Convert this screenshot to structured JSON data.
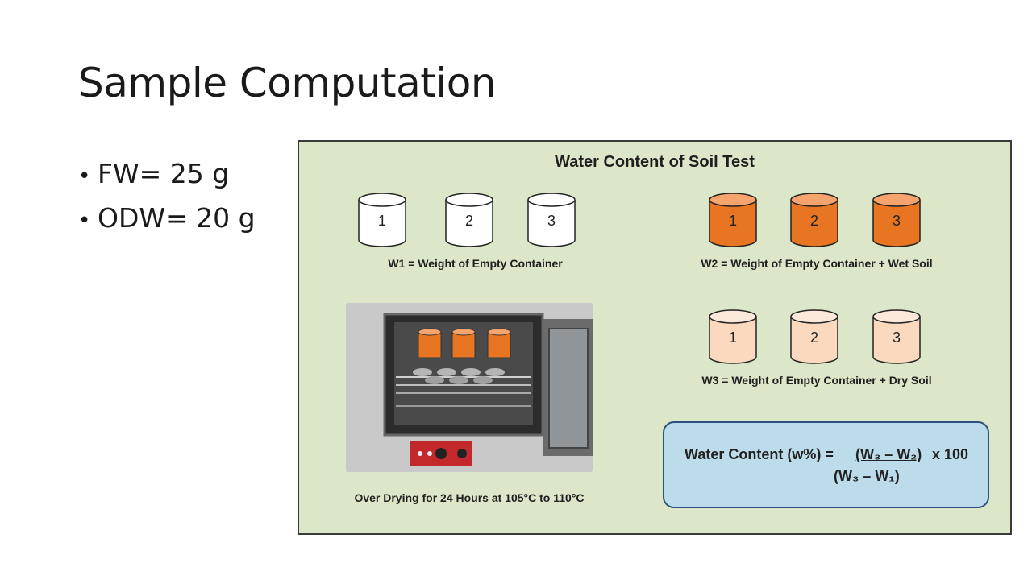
{
  "slide": {
    "title": "Sample Computation",
    "bullets": [
      "FW= 25 g",
      "ODW= 20 g"
    ]
  },
  "panel": {
    "title": "Water Content of Soil Test",
    "w1_caption": "W1 = Weight of Empty Container",
    "w2_caption": "W2 = Weight of Empty Container + Wet Soil",
    "w3_caption": "W3 = Weight of Empty Container + Dry Soil",
    "oven_caption": "Over Drying for 24 Hours at 105°C to 110°C",
    "container_labels": [
      "1",
      "2",
      "3"
    ],
    "formula": {
      "lhs": "Water Content (w%) =",
      "numerator": "(W₃ – W₂)",
      "multiplier": "x 100",
      "denominator": "(W₃ – W₁)"
    },
    "colors": {
      "empty_fill": "#ffffff",
      "wet_fill": "#e87522",
      "dry_fill": "#fad9bf",
      "panel_bg": "#dce6c8",
      "formula_bg": "#bddceb"
    }
  }
}
